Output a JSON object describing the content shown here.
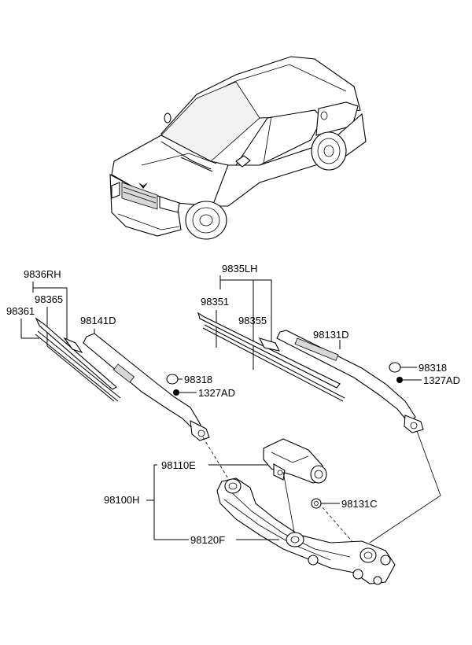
{
  "callouts": {
    "rh_wiper_assy": "9836RH",
    "rh_blade_refill": "98365",
    "rh_blade": "98361",
    "rh_arm": "98141D",
    "rh_cap": "98318",
    "rh_nut": "1327AD",
    "lh_wiper_assy": "9835LH",
    "lh_blade": "98351",
    "lh_blade_refill": "98355",
    "lh_arm": "98131D",
    "lh_cap": "98318",
    "lh_nut": "1327AD",
    "motor": "98110E",
    "linkage_assy": "98100H",
    "cap_nut": "98131C",
    "linkage": "98120F"
  }
}
